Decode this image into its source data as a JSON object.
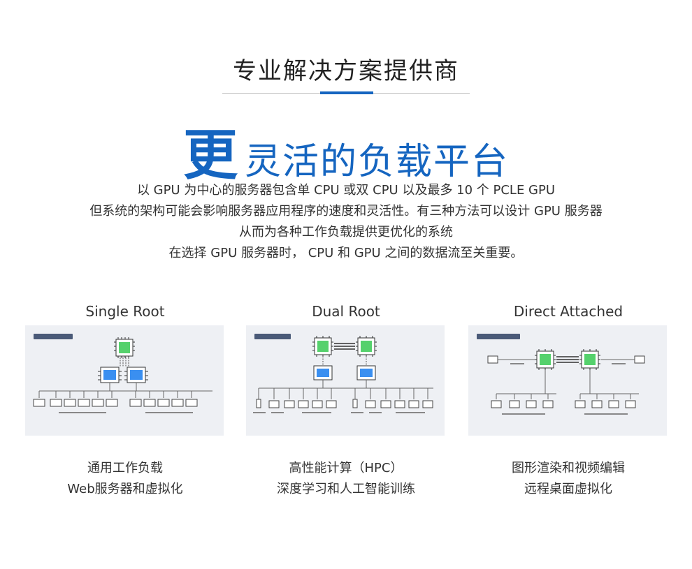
{
  "header": {
    "title": "专业解决方案提供商",
    "headline_big": "更",
    "headline_rest": "灵活的负载平台"
  },
  "intro": {
    "lines": [
      "以 GPU 为中心的服务器包含单 CPU 或双 CPU 以及最多 10 个 PCLE GPU",
      "但系统的架构可能会影响服务器应用程序的速度和灵活性。有三种方法可以设计 GPU 服务器",
      "从而为各种工作负载提供更优化的系统",
      "在选择 GPU 服务器时， CPU 和 GPU 之间的数据流至关重要。"
    ]
  },
  "colors": {
    "accent": "#1565c0",
    "chip_green": "#55d16c",
    "chip_blue": "#3a8ff0",
    "panel_bg": "#eef0f4"
  },
  "columns": [
    {
      "title": "Single Root",
      "captions": [
        "通用工作负载",
        "Web服务器和虚拟化"
      ]
    },
    {
      "title": "Dual Root",
      "captions": [
        "高性能计算（HPC）",
        "深度学习和人工智能训练"
      ]
    },
    {
      "title": "Direct Attached",
      "captions": [
        "图形渲染和视频编辑",
        "远程桌面虚拟化"
      ]
    }
  ]
}
